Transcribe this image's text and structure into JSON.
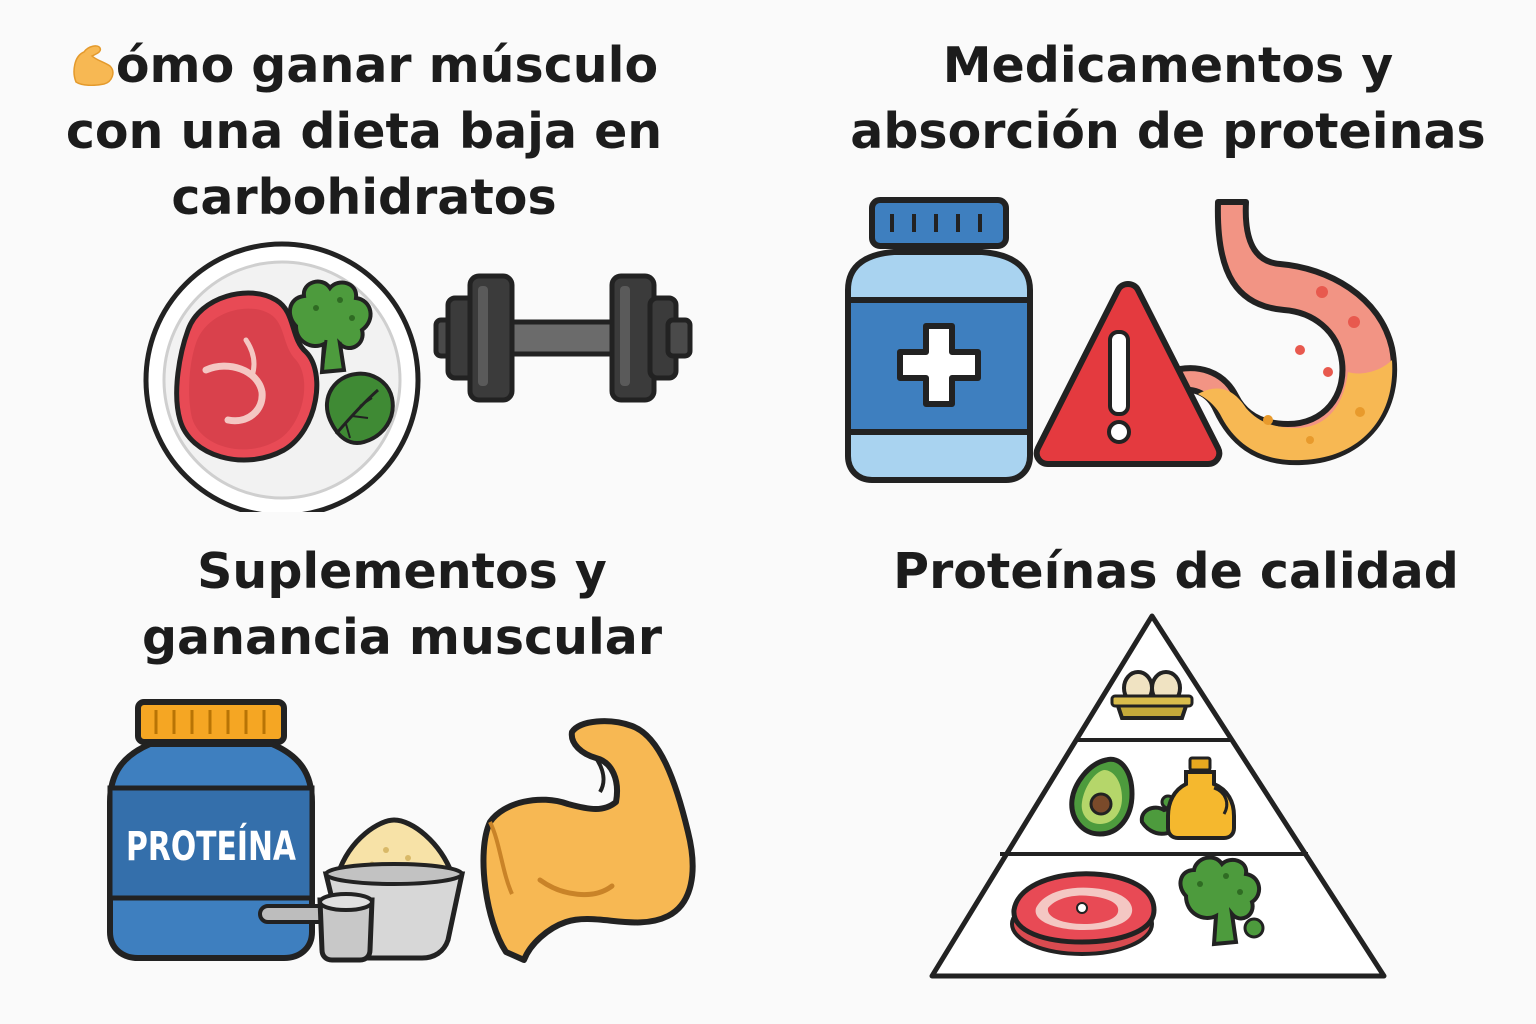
{
  "panels": [
    {
      "title_lines": [
        "ómo ganar músculo",
        "con una dieta baja en",
        "carbohidratos"
      ],
      "icons": [
        "flexed-biceps-icon",
        "steak-plate-icon",
        "broccoli-icon",
        "spinach-leaf-icon",
        "dumbbell-icon"
      ]
    },
    {
      "title_lines": [
        "Medicamentos y",
        "absorción de proteinas"
      ],
      "icons": [
        "medicine-bottle-icon",
        "warning-triangle-icon",
        "stomach-icon"
      ]
    },
    {
      "title_lines": [
        "Suplementos y",
        "ganancia muscular"
      ],
      "jar_label": "PROTEÍNA",
      "icons": [
        "protein-jar-icon",
        "powder-bowl-icon",
        "scoop-icon",
        "flexed-arm-icon"
      ]
    },
    {
      "title_lines": [
        "Proteínas de calidad"
      ],
      "icons": [
        "food-pyramid-icon",
        "eggs-icon",
        "avocado-icon",
        "oil-bottle-icon",
        "steak-icon",
        "broccoli-icon"
      ]
    }
  ],
  "colors": {
    "outline": "#222222",
    "meat_red": "#e84a55",
    "fat": "#f4c7c3",
    "green": "#4d9b3d",
    "blue": "#3e7fbf",
    "light_blue": "#a9d3f0",
    "warning_red": "#e43a3f",
    "skin": "#f7b853",
    "lid_orange": "#f5a623",
    "stomach_pink": "#f29484"
  }
}
